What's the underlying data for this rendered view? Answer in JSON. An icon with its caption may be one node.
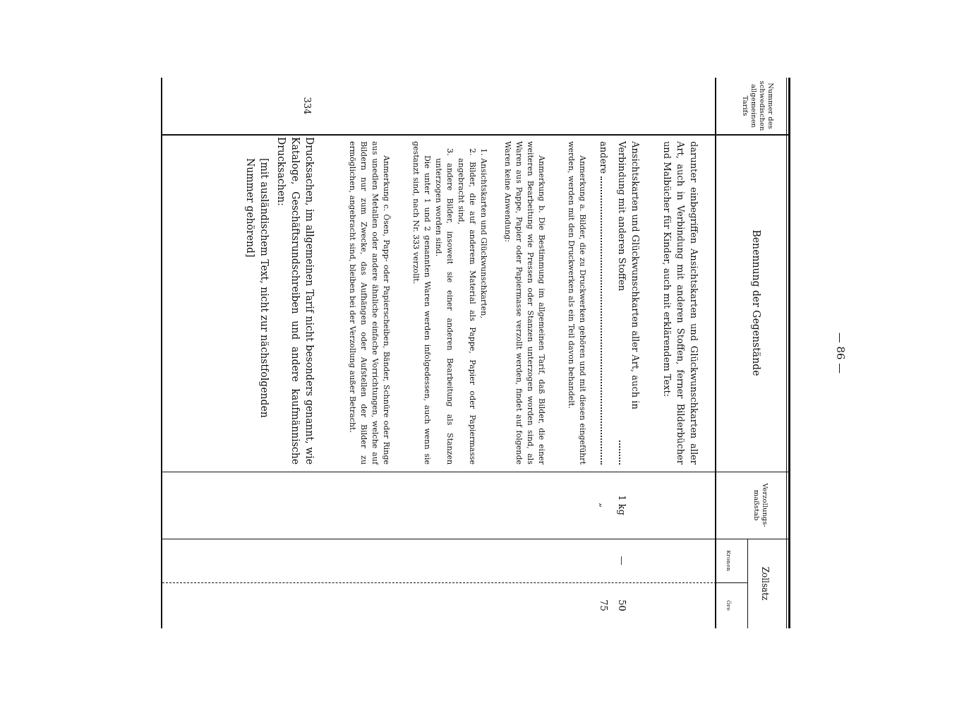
{
  "diagram": {
    "labels": [
      "— 86 —",
      "Nummer des schwedischen allgemeinen Tarifs",
      "Benennung der Gegenstände",
      "Verzollungs-maßstab",
      "Zollsatz",
      "Kronen",
      "Öre",
      "darunter einbegriffen Ansichtskarten und Glückwunschkarten aller Art, auch in Verbindung mit anderen Stoffen, ferner Bilderbücher und Malbücher für Kinder, auch mit erklärendem Text:",
      "Ansichtskarten und Glückwunschkarten aller Art, auch in Verbindung mit anderen Stoffen",
      "1 kg",
      "—",
      "50",
      "andere",
      "„",
      "75",
      "Anmerkung a. Bilder, die zu Druckwerken gehören und mit diesen eingeführt werden, werden mit den Druckwerken als ein Teil davon behandelt.",
      "Anmerkung b. Die Bestimmung im allgemeinen Tarif, daß Bilder, die einer weiteren Bearbeitung wie Pressen oder Stanzen unterzogen worden sind, als Waren aus Pappe, Papier oder Papiermasse verzollt werden, findet auf folgende Waren keine Anwendung:",
      "1. Ansichtskarten und Glückwunschkarten,",
      "2. Bilder, die auf anderem Material als Pappe, Papier oder Papiermasse angebracht sind,",
      "3. andere Bilder, insoweit sie einer anderen Bearbeitung als Stanzen unterzogen worden sind.",
      "Die unter 1 und 2 genannten Waren werden infolgedessen, auch wenn sie gestanzt sind, nach Nr. 333 verzollt.",
      "Anmerkung c. Ösen, Papp- oder Papierscheiben, Bänder, Schnüre oder Ringe aus unedlen Metallen oder andere ähnliche einfache Vorrichtungen, welche auf Bildern nur zum Zwecke, das Aufhängen oder Aufstellen der Bilder zu ermöglichen, angebracht sind, bleiben bei der Verzollung außer Betracht.",
      "334",
      "Drucksachen, im allgemeinen Tarif nicht besonders genannt, wie Kataloge, Geschäftsrundschreiben und andere kaufmännische Drucksachen:",
      "[mit ausländischem Text, nicht zur nächstfolgenden Nummer gehörend]"
    ]
  }
}
